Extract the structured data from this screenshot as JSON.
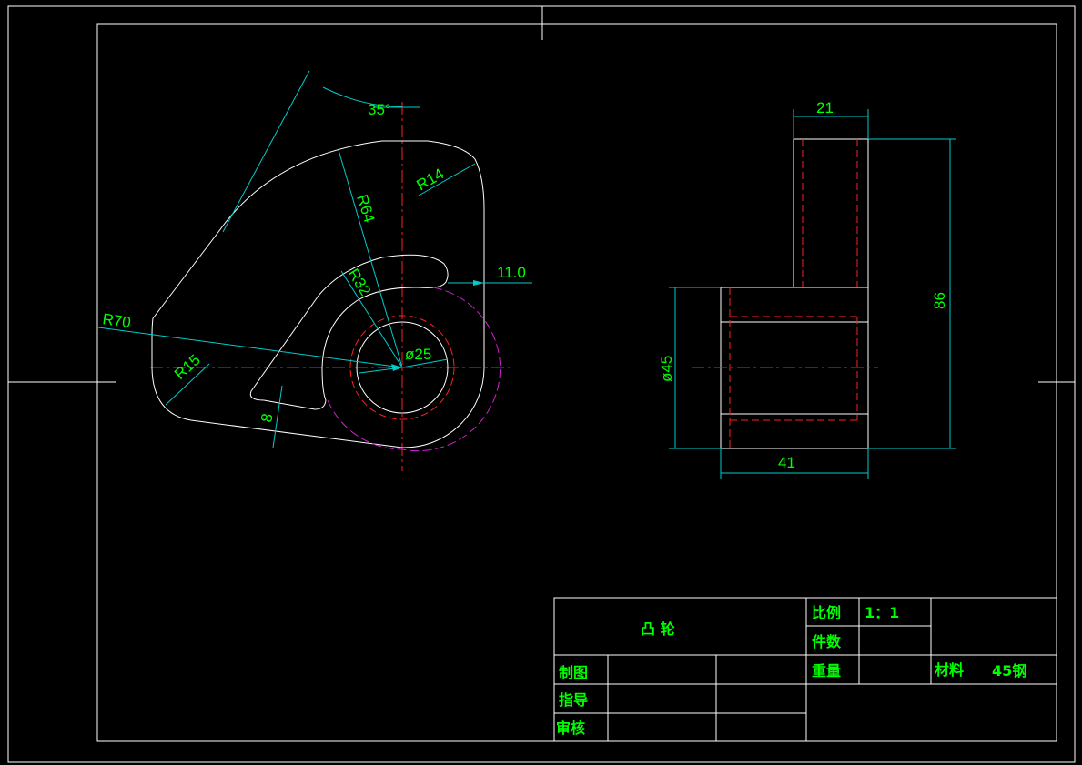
{
  "front_view": {
    "angle_label": "35°",
    "r14": "R14",
    "r64": "R64",
    "r32": "R32",
    "r70": "R70",
    "r15": "R15",
    "dia25": "ø25",
    "width_8": "8",
    "offset_11": "11.0"
  },
  "side_view": {
    "width_21": "21",
    "height_86": "86",
    "dia45": "ø45",
    "width_41": "41"
  },
  "title_block": {
    "part_name": "凸      轮",
    "scale_label": "比例",
    "scale_value": "1：1",
    "quantity_label": "件数",
    "quantity_value": "",
    "weight_label": "重量",
    "weight_value": "",
    "material_label": "材料",
    "material_value": "45钢",
    "drawn_label": "制图",
    "guide_label": "指导",
    "review_label": "审核"
  },
  "colors": {
    "background": "#000000",
    "outline": "#ffffff",
    "dimension": "#00cccc",
    "text": "#00ff00",
    "centerline": "#ff2020",
    "construction": "#d020d0"
  }
}
